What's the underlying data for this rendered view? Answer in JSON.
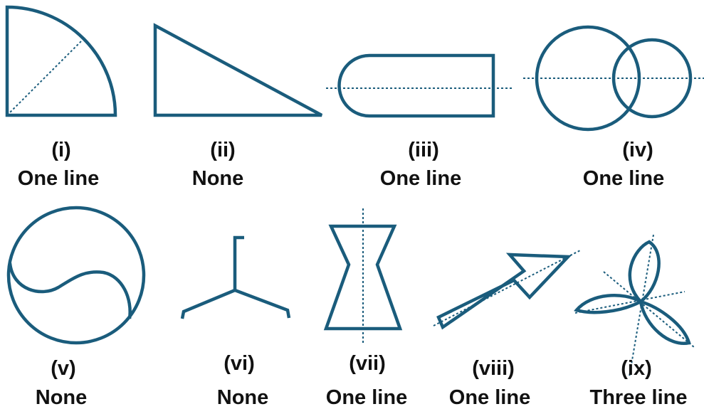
{
  "colors": {
    "stroke": "#1a5c7c",
    "text": "#111111"
  },
  "figures": [
    {
      "id": "i",
      "roman": "(i)",
      "answer": "One line",
      "shape_icon": "quarter-circle-icon"
    },
    {
      "id": "ii",
      "roman": "(ii)",
      "answer": "None",
      "shape_icon": "right-triangle-icon"
    },
    {
      "id": "iii",
      "roman": "(iii)",
      "answer": "One line",
      "shape_icon": "rounded-rectangle-icon"
    },
    {
      "id": "iv",
      "roman": "(iv)",
      "answer": "One line",
      "shape_icon": "overlapping-circles-icon"
    },
    {
      "id": "v",
      "roman": "(v)",
      "answer": "None",
      "shape_icon": "yin-yang-icon"
    },
    {
      "id": "vi",
      "roman": "(vi)",
      "answer": "None",
      "shape_icon": "three-arm-hooks-icon"
    },
    {
      "id": "vii",
      "roman": "(vii)",
      "answer": "One line",
      "shape_icon": "hourglass-icon"
    },
    {
      "id": "viii",
      "roman": "(viii)",
      "answer": "One line",
      "shape_icon": "arrow-icon"
    },
    {
      "id": "ix",
      "roman": "(ix)",
      "answer": "Three line",
      "shape_icon": "three-petal-icon"
    }
  ]
}
